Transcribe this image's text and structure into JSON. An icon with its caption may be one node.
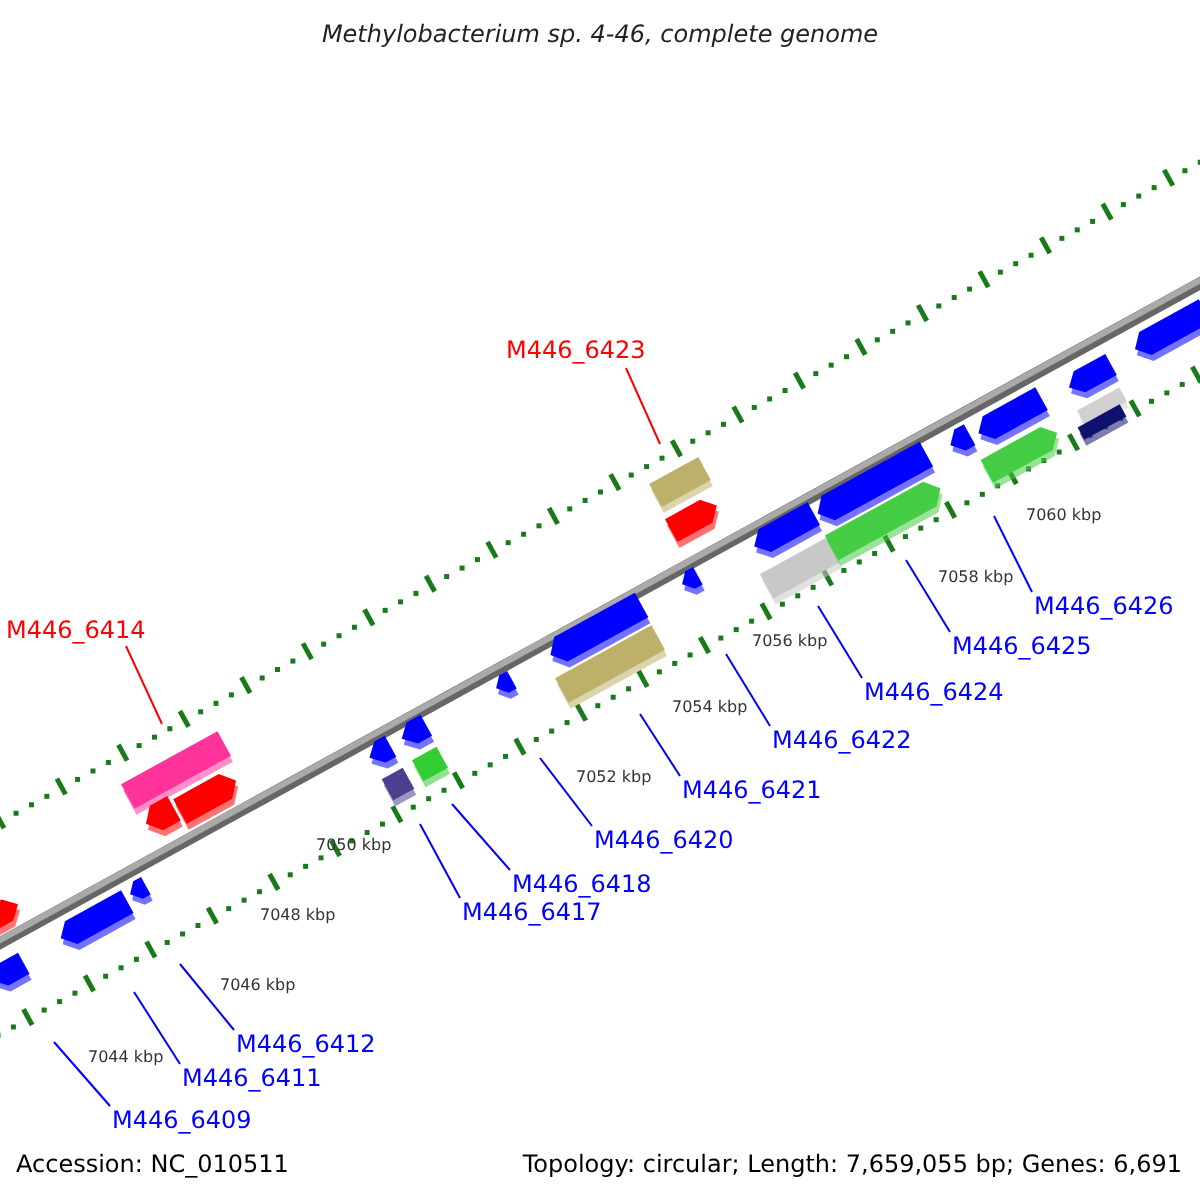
{
  "diagram": {
    "title": "Methylobacterium sp. 4-46, complete genome",
    "nodes": [
      {
        "text": [
          "M446_6423"
        ]
      },
      {
        "text": [
          "M446_6414"
        ]
      },
      {
        "text": [
          "M446_6426"
        ]
      },
      {
        "text": [
          "M446_6425"
        ]
      },
      {
        "text": [
          "M446_6424"
        ]
      },
      {
        "text": [
          "M446_6422"
        ]
      },
      {
        "text": [
          "M446_6421"
        ]
      },
      {
        "text": [
          "M446_6420"
        ]
      },
      {
        "text": [
          "M446_6418"
        ]
      },
      {
        "text": [
          "M446_6417"
        ]
      },
      {
        "text": [
          "M446_6412"
        ]
      },
      {
        "text": [
          "M446_6411"
        ]
      },
      {
        "text": [
          "M446_6409"
        ]
      }
    ],
    "edges": [
      {
        "from": 0,
        "to": null,
        "arrow": "none",
        "color": "#ff0000"
      },
      {
        "from": 1,
        "to": null,
        "arrow": "none",
        "color": "#ff0000"
      },
      {
        "from": 2,
        "to": null,
        "arrow": "none"
      },
      {
        "from": 3,
        "to": null,
        "arrow": "none"
      },
      {
        "from": 4,
        "to": null,
        "arrow": "none"
      },
      {
        "from": 5,
        "to": null,
        "arrow": "none"
      },
      {
        "from": 6,
        "to": null,
        "arrow": "none"
      },
      {
        "from": 7,
        "to": null,
        "arrow": "none"
      },
      {
        "from": 8,
        "to": null,
        "arrow": "none"
      },
      {
        "from": 9,
        "to": null,
        "arrow": "none"
      },
      {
        "from": 10,
        "to": null,
        "arrow": "none"
      },
      {
        "from": 11,
        "to": null,
        "arrow": "none"
      },
      {
        "from": 12,
        "to": null,
        "arrow": "none"
      }
    ],
    "labels": [
      "7060 kbp",
      "7058 kbp",
      "7056 kbp",
      "7054 kbp",
      "7052 kbp",
      "7050 kbp",
      "7048 kbp",
      "7046 kbp",
      "7044 kbp",
      "Accession: NC_010511",
      "Topology: circular; Length: 7,659,055 bp; Genes: 6,691"
    ]
  }
}
